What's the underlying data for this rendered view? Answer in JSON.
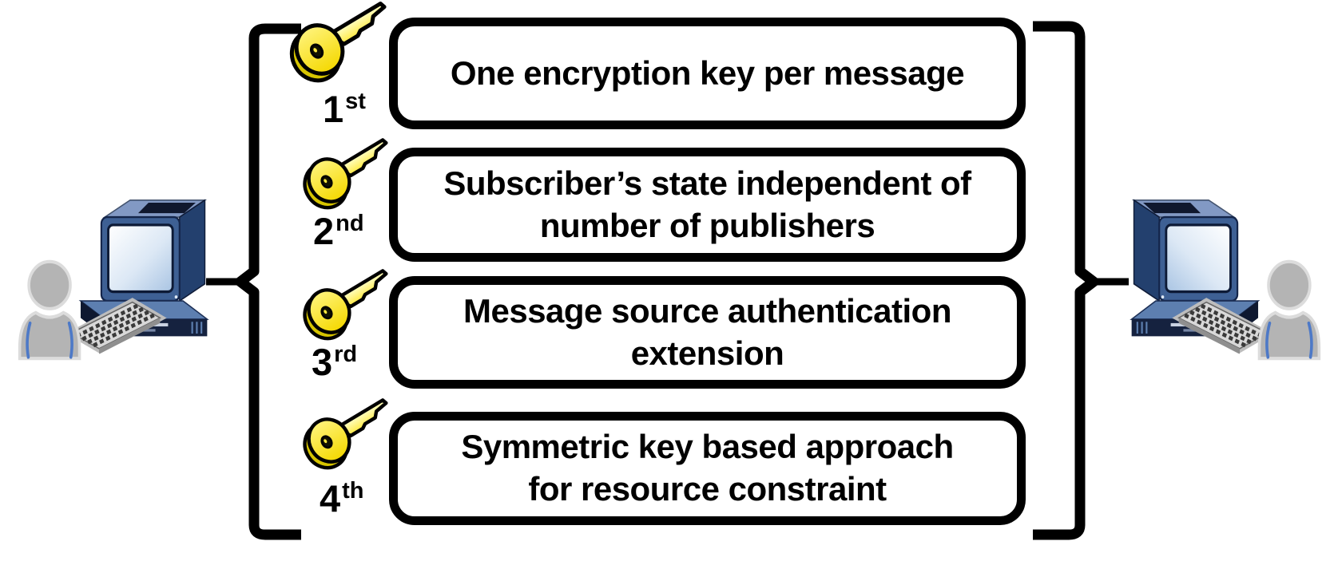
{
  "diagram": {
    "description_icons": {
      "left_endpoint": [
        "person-icon",
        "desktop-computer-icon",
        "keyboard-icon"
      ],
      "right_endpoint": [
        "desktop-computer-icon",
        "keyboard-icon",
        "person-icon"
      ],
      "item_marker": "key-icon"
    },
    "items": [
      {
        "ordinal": "1",
        "ordinal_suffix": "st",
        "label": "One encryption key per message"
      },
      {
        "ordinal": "2",
        "ordinal_suffix": "nd",
        "label": "Subscriber’s state independent of\nnumber of publishers"
      },
      {
        "ordinal": "3",
        "ordinal_suffix": "rd",
        "label": "Message source authentication\nextension"
      },
      {
        "ordinal": "4",
        "ordinal_suffix": "th",
        "label": "Symmetric key based approach\nfor resource constraint"
      }
    ],
    "colors": {
      "outline_black": "#000000",
      "box_fill": "#FFFFFF",
      "key_yellow": "#F4D800",
      "key_light_yellow": "#FFF37A",
      "key_shaft_highlight": "#FFFFC8",
      "person_gray": "#B4B4B4",
      "person_outline": "#DCDCDC",
      "person_accent_blue": "#4D79C7",
      "computer_blue": "#3E6094",
      "computer_dark_blue": "#15223F",
      "computer_side_blue": "#23406E",
      "screen_light_blue": "#A9C4E3",
      "keyboard_gray": "#D8D8D8"
    }
  }
}
